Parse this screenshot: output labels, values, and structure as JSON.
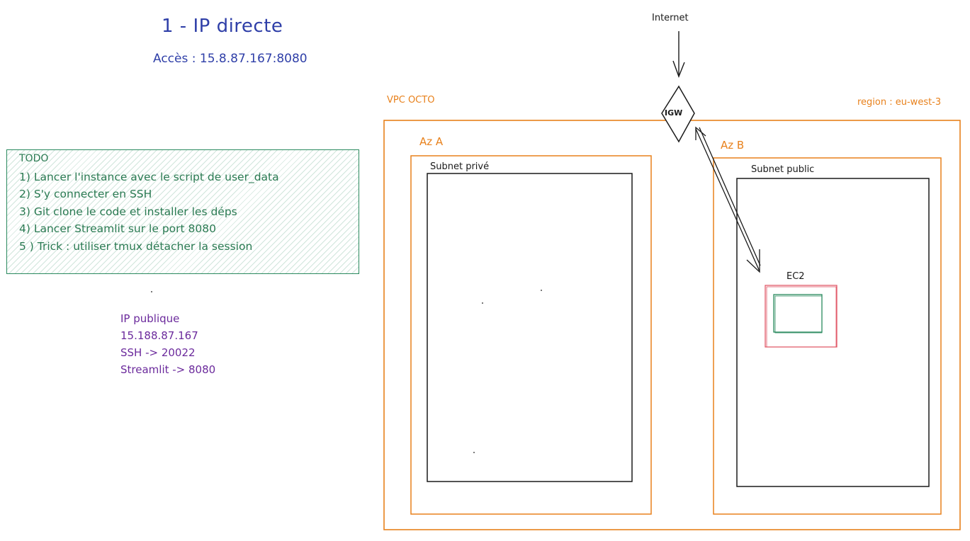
{
  "header": {
    "title": "1 - IP directe",
    "access": "Accès : 15.8.87.167:8080"
  },
  "todo": {
    "title": "TODO",
    "items": [
      "1) Lancer l'instance avec le script de user_data",
      "2) S'y connecter en SSH",
      "3) Git clone le code et installer les déps",
      "4) Lancer Streamlit sur le port 8080",
      "5 ) Trick : utiliser tmux détacher la session"
    ],
    "color": "#2a8a5e"
  },
  "ip_info": {
    "title": "IP publique",
    "address": "15.188.87.167",
    "ssh": "SSH -> 20022",
    "streamlit": "Streamlit -> 8080",
    "color": "#6b2a9c"
  },
  "diagram": {
    "internet": "Internet",
    "igw": "IGW",
    "vpc": "VPC OCTO",
    "region": "region : eu-west-3",
    "az_a": "Az A",
    "az_b": "Az B",
    "subnet_private": "Subnet privé",
    "subnet_public": "Subnet public",
    "ec2": "EC2",
    "colors": {
      "vpc": "#e8811c",
      "ec2_outer": "#e05060",
      "ec2_inner": "#2a8a5e",
      "stroke": "#1a1a1a"
    }
  }
}
